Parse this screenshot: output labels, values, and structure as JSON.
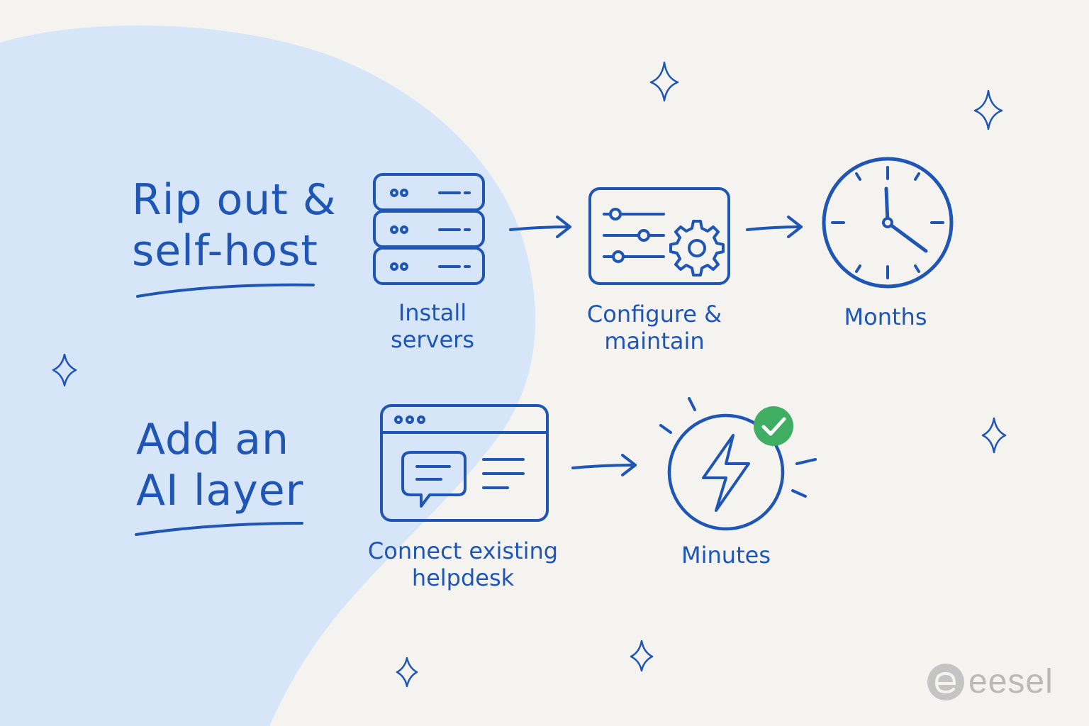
{
  "rows": [
    {
      "heading": [
        "Rip out &",
        "self-host"
      ],
      "steps": [
        {
          "label": [
            "Install",
            "servers"
          ],
          "icon": "server-stack-icon"
        },
        {
          "label": [
            "Configure &",
            "maintain"
          ],
          "icon": "settings-panel-icon"
        },
        {
          "label": [
            "Months"
          ],
          "icon": "clock-icon"
        }
      ]
    },
    {
      "heading": [
        "Add an",
        "AI layer"
      ],
      "steps": [
        {
          "label": [
            "Connect existing",
            "helpdesk"
          ],
          "icon": "helpdesk-window-icon"
        },
        {
          "label": [
            "Minutes"
          ],
          "icon": "lightning-badge-icon"
        }
      ]
    }
  ],
  "logo": {
    "text": "eesel",
    "icon": "eesel-logo-icon"
  },
  "colors": {
    "ink": "#1f56b5",
    "blob": "#d6e5f7",
    "background": "#f4f3f0",
    "check": "#3fae62",
    "logo": "#b9b9b9"
  }
}
